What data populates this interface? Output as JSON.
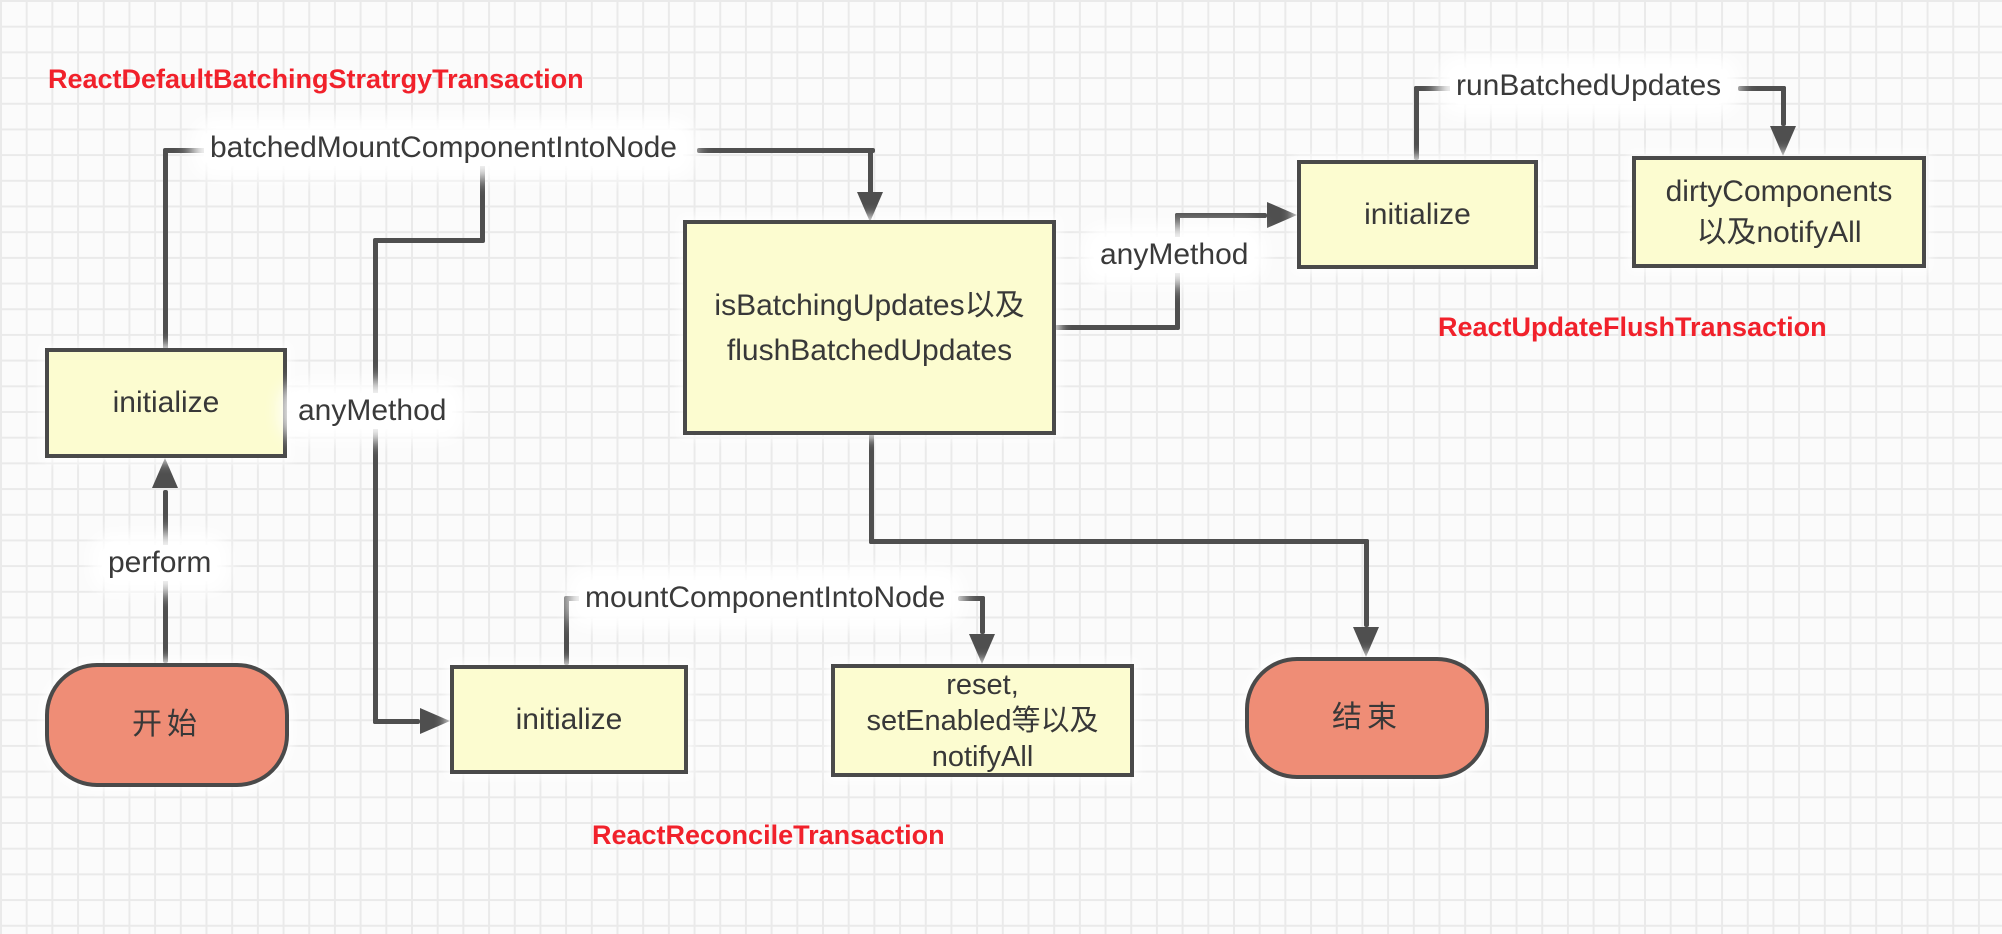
{
  "colors": {
    "bg": "#fbfbfb",
    "grid": "#eaeaea",
    "line": "#4f4f4f",
    "box_fill": "#fcfcd0",
    "box_border": "#4a4a4a",
    "pill_fill": "#ef8d76",
    "text": "#383838",
    "red": "#f1212b"
  },
  "titles": {
    "batching": "ReactDefaultBatchingStratrgyTransaction",
    "flush": "ReactUpdateFlushTransaction",
    "reconcile": "ReactReconcileTransaction"
  },
  "nodes": {
    "start": {
      "label": "开始"
    },
    "end": {
      "label": "结束"
    },
    "init_left": {
      "label": "initialize"
    },
    "init_top_right": {
      "label": "initialize"
    },
    "init_bottom": {
      "label": "initialize"
    },
    "center": {
      "lines": [
        "isBatchingUpdates以及",
        "flushBatchedUpdates"
      ]
    },
    "dirty": {
      "lines": [
        "dirtyComponents",
        "以及notifyAll"
      ]
    },
    "reset": {
      "lines": [
        "reset,",
        "setEnabled等以及",
        "notifyAll"
      ]
    }
  },
  "edge_labels": {
    "batched_mount": "batchedMountComponentIntoNode",
    "any_method_left": "anyMethod",
    "perform": "perform",
    "any_method_right": "anyMethod",
    "run_batched": "runBatchedUpdates",
    "mount": "mountComponentIntoNode"
  }
}
